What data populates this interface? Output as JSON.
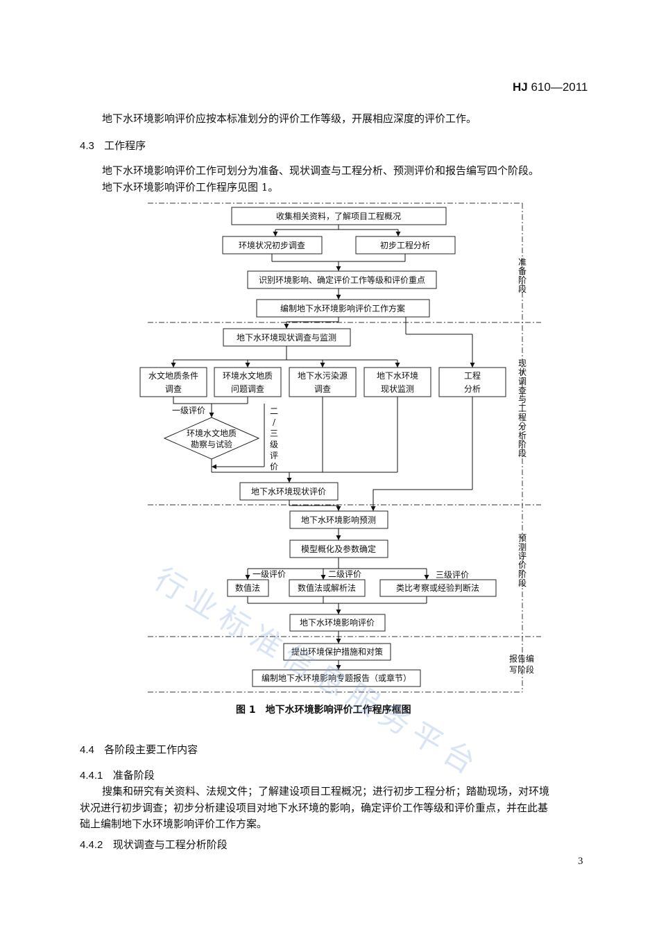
{
  "header": {
    "std_prefix": "HJ",
    "std_number": "610—2011"
  },
  "intro": "地下水环境影响评价应按本标准划分的评价工作等级，开展相应深度的评价工作。",
  "section_4_3": {
    "number": "4.3",
    "title": "工作程序",
    "para_line1": "地下水环境影响评价工作可划分为准备、现状调查与工程分析、预测评价和报告编写四个阶段。",
    "para_line2": "地下水环境影响评价工作程序见图 1。"
  },
  "flowchart": {
    "stages": [
      "准备阶段",
      "现状调查与工程分析阶段",
      "预测评价阶段",
      "报告编写阶段"
    ],
    "boxes": {
      "collect": "收集相关资料，了解项目工程概况",
      "env_survey": "环境状况初步调查",
      "eng_analysis_init": "初步工程分析",
      "identify": "识别环境影响、确定评价工作等级和评价重点",
      "plan": "编制地下水环境影响评价工作方案",
      "status_survey": "地下水环境现状调查与监测",
      "hydro_cond": [
        "水文地质条件",
        "调查"
      ],
      "hydro_issue": [
        "环境水文地质",
        "问题调查"
      ],
      "pollution": [
        "地下水污染源",
        "调查"
      ],
      "monitoring": [
        "地下水环境",
        "现状监测"
      ],
      "eng_analysis": [
        "工程",
        "分析"
      ],
      "diamond": [
        "环境水文地质",
        "勘察与试验"
      ],
      "status_eval": "地下水环境现状评价",
      "predict": "地下水环境影响预测",
      "model": "模型概化及参数确定",
      "numeric": "数值法",
      "numeric_analytic": "数值法或解析法",
      "analogy": "类比考察或经验判断法",
      "impact_eval": "地下水环境影响评价",
      "measures": "提出环境保护措施和对策",
      "report": "编制地下水环境影响专题报告（或章节）"
    },
    "labels": {
      "level1": "一级评价",
      "level23_vertical": [
        "二",
        "/",
        "三",
        "级",
        "评",
        "价"
      ],
      "level1_pred": "一级评价",
      "level2_pred": "二级评价",
      "level3_pred": "三级评价"
    }
  },
  "figure_caption": "图 1　地下水环境影响评价工作程序框图",
  "section_4_4": {
    "number": "4.4",
    "title": "各阶段主要工作内容"
  },
  "section_4_4_1": {
    "number": "4.4.1",
    "title": "准备阶段",
    "line1": "搜集和研究有关资料、法规文件；了解建设项目工程概况；进行初步工程分析；踏勘现场，对环境",
    "line2": "状况进行初步调查；初步分析建设项目对地下水环境的影响，确定评价工作等级和评价重点，并在此基",
    "line3": "础上编制地下水环境影响评价工作方案。"
  },
  "section_4_4_2": {
    "number": "4.4.2",
    "title": "现状调查与工程分析阶段"
  },
  "watermark": "行业标准信息服务平台",
  "page_number": "3"
}
